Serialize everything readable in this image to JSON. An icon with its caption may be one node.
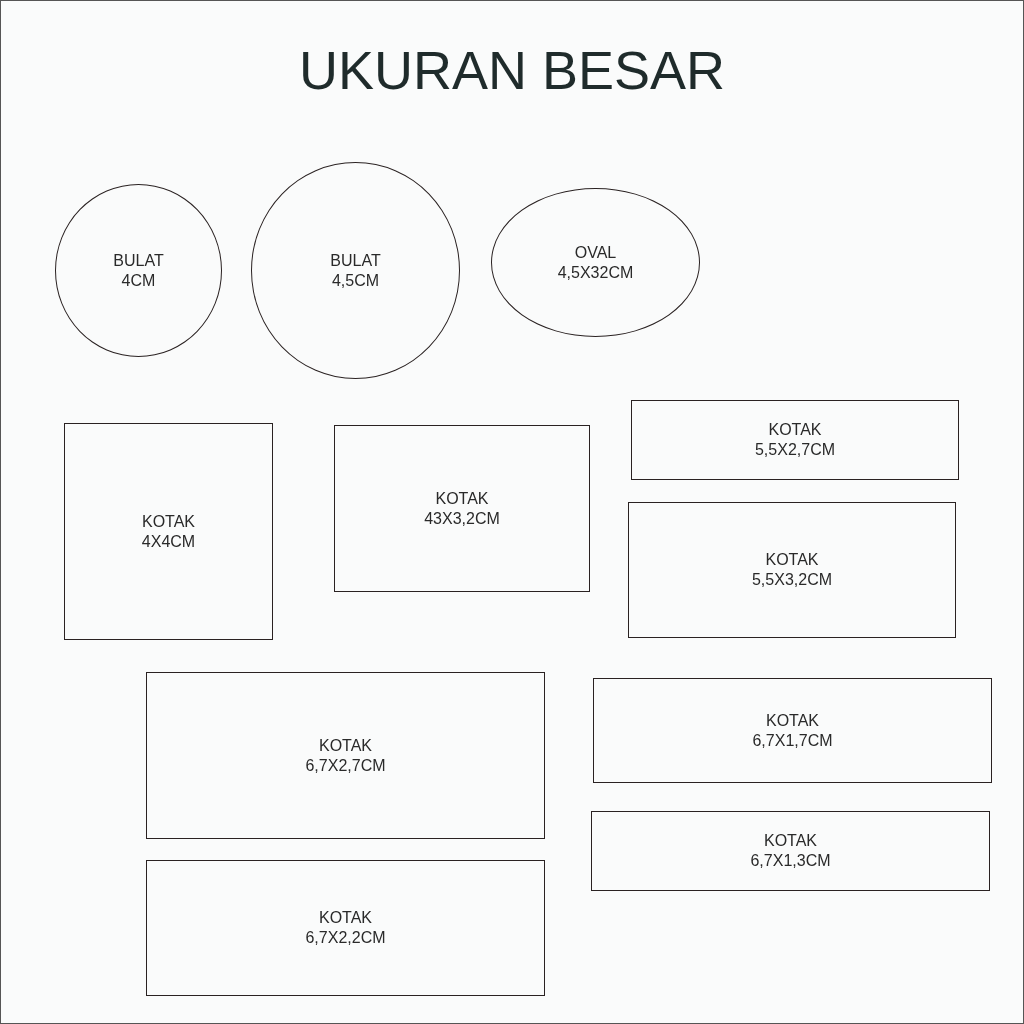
{
  "diagram": {
    "title": "UKURAN BESAR",
    "nodes": [
      {
        "text": [
          "BULAT",
          "4CM"
        ]
      },
      {
        "text": [
          "BULAT",
          "4,5CM"
        ]
      },
      {
        "text": [
          "OVAL",
          "4,5X32CM"
        ]
      },
      {
        "text": [
          "KOTAK",
          "4X4CM"
        ]
      },
      {
        "text": [
          "KOTAK",
          "43X3,2CM"
        ]
      },
      {
        "text": [
          "KOTAK",
          "5,5X2,7CM"
        ]
      },
      {
        "text": [
          "KOTAK",
          "5,5X3,2CM"
        ]
      },
      {
        "text": [
          "KOTAK",
          "6,7X2,7CM"
        ]
      },
      {
        "text": [
          "KOTAK",
          "6,7X1,7CM"
        ]
      },
      {
        "text": [
          "KOTAK",
          "6,7X2,2CM"
        ]
      },
      {
        "text": [
          "KOTAK",
          "6,7X1,3CM"
        ]
      }
    ],
    "edges": []
  }
}
